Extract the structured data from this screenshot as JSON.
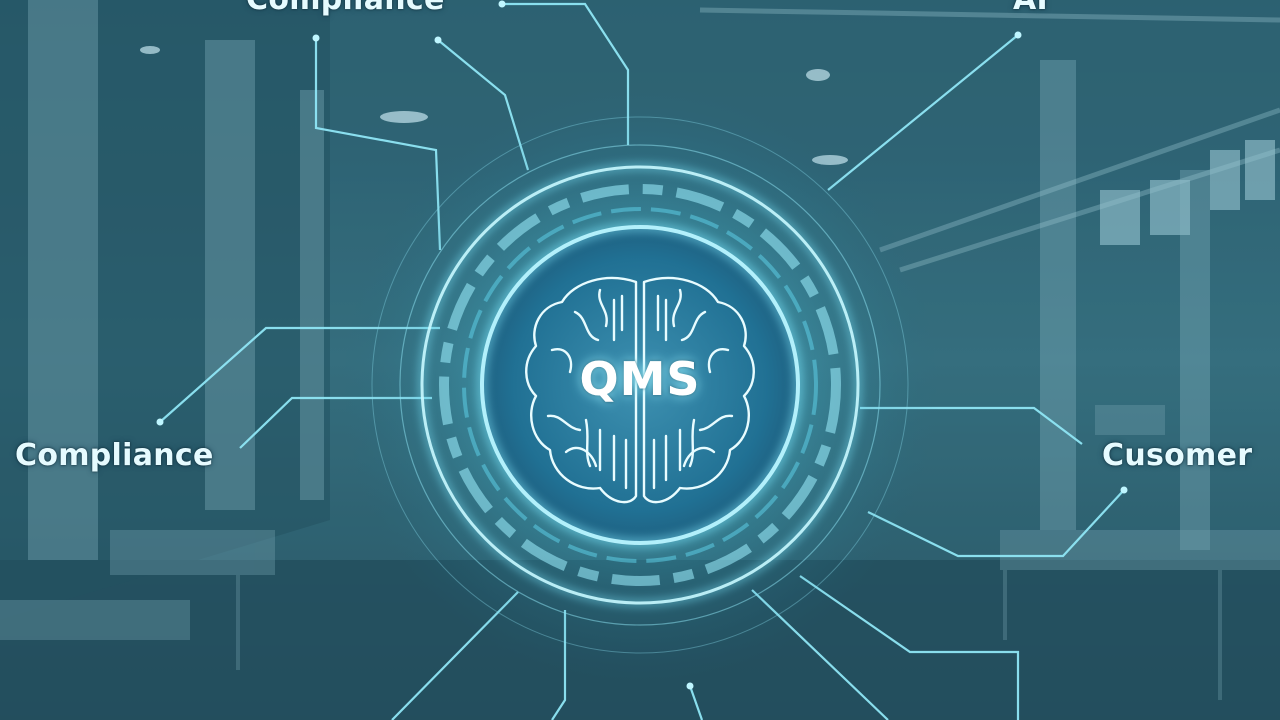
{
  "diagram": {
    "center_label": "QMS",
    "center_icon": "brain-icon",
    "nodes": [
      {
        "id": "compliance-top",
        "label": "Compliance"
      },
      {
        "id": "ai",
        "label": "AI"
      },
      {
        "id": "compliance-left",
        "label": "Compliance"
      },
      {
        "id": "customer",
        "label": "Cusomer"
      }
    ]
  },
  "colors": {
    "glow": "#7fe9ff",
    "line": "#8fe6f5",
    "background": "#1c3b47",
    "text": "#e6fbff"
  }
}
